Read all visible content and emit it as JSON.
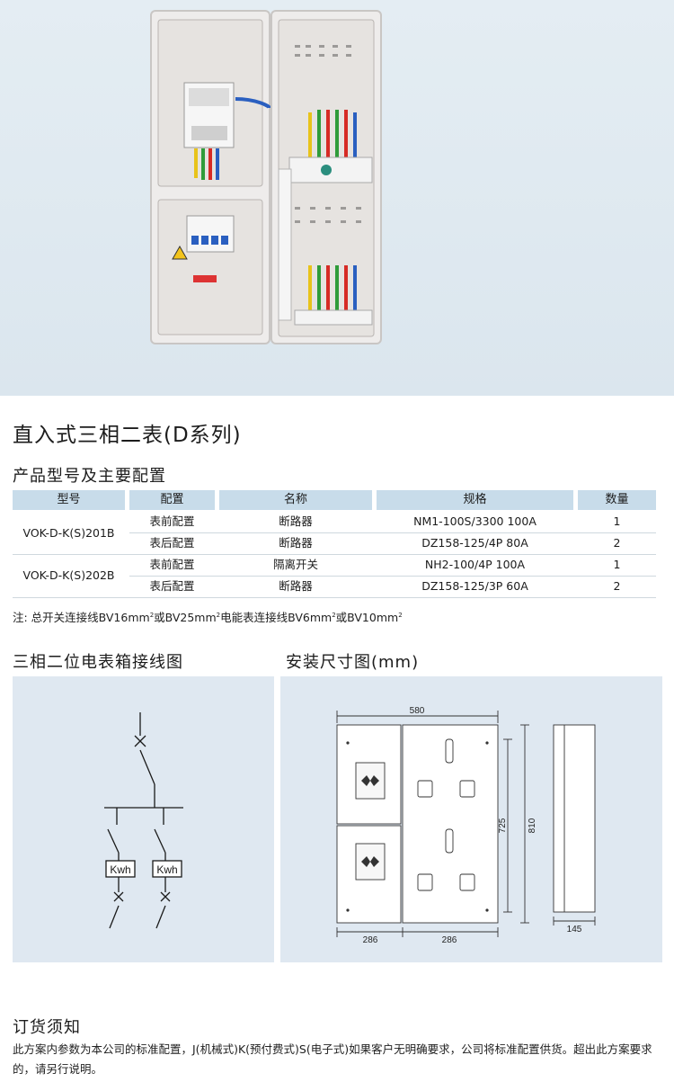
{
  "title": "直入式三相二表(D系列)",
  "config_section": {
    "heading": "产品型号及主要配置",
    "headers": [
      "型号",
      "配置",
      "名称",
      "规格",
      "数量"
    ],
    "models": [
      "VOK-D-K(S)201B",
      "VOK-D-K(S)202B"
    ],
    "rows": [
      {
        "config": "表前配置",
        "name": "断路器",
        "spec": "NM1-100S/3300 100A",
        "qty": "1"
      },
      {
        "config": "表后配置",
        "name": "断路器",
        "spec": "DZ158-125/4P 80A",
        "qty": "2"
      },
      {
        "config": "表前配置",
        "name": "隔离开关",
        "spec": "NH2-100/4P 100A",
        "qty": "1"
      },
      {
        "config": "表后配置",
        "name": "断路器",
        "spec": "DZ158-125/3P 60A",
        "qty": "2"
      }
    ],
    "note": {
      "prefix": "注: 总开关连接线BV16mm",
      "sup1": "2",
      "mid1": "或BV25mm",
      "sup2": "2",
      "mid2": "电能表连接线BV6mm",
      "sup3": "2",
      "mid3": "或BV10mm",
      "sup4": "2"
    }
  },
  "wiring_section": {
    "heading": "三相二位电表箱接线图",
    "meter_labels": [
      "Kwh",
      "Kwh"
    ]
  },
  "dimension_section": {
    "heading": "安装尺寸图(mm)",
    "width_total": "580",
    "height_inner": "725",
    "height_total": "810",
    "width_left": "286",
    "width_right": "286",
    "depth": "145"
  },
  "order_section": {
    "heading": "订货须知",
    "text": "此方案内参数为本公司的标准配置，J(机械式)K(预付费式)S(电子式)如果客户无明确要求，公司将标准配置供货。超出此方案要求的，请另行说明。"
  },
  "colors": {
    "header_bg": "#c8dcea",
    "panel_bg": "#dfe8f1",
    "hero_bg": "#dbe6ee"
  }
}
